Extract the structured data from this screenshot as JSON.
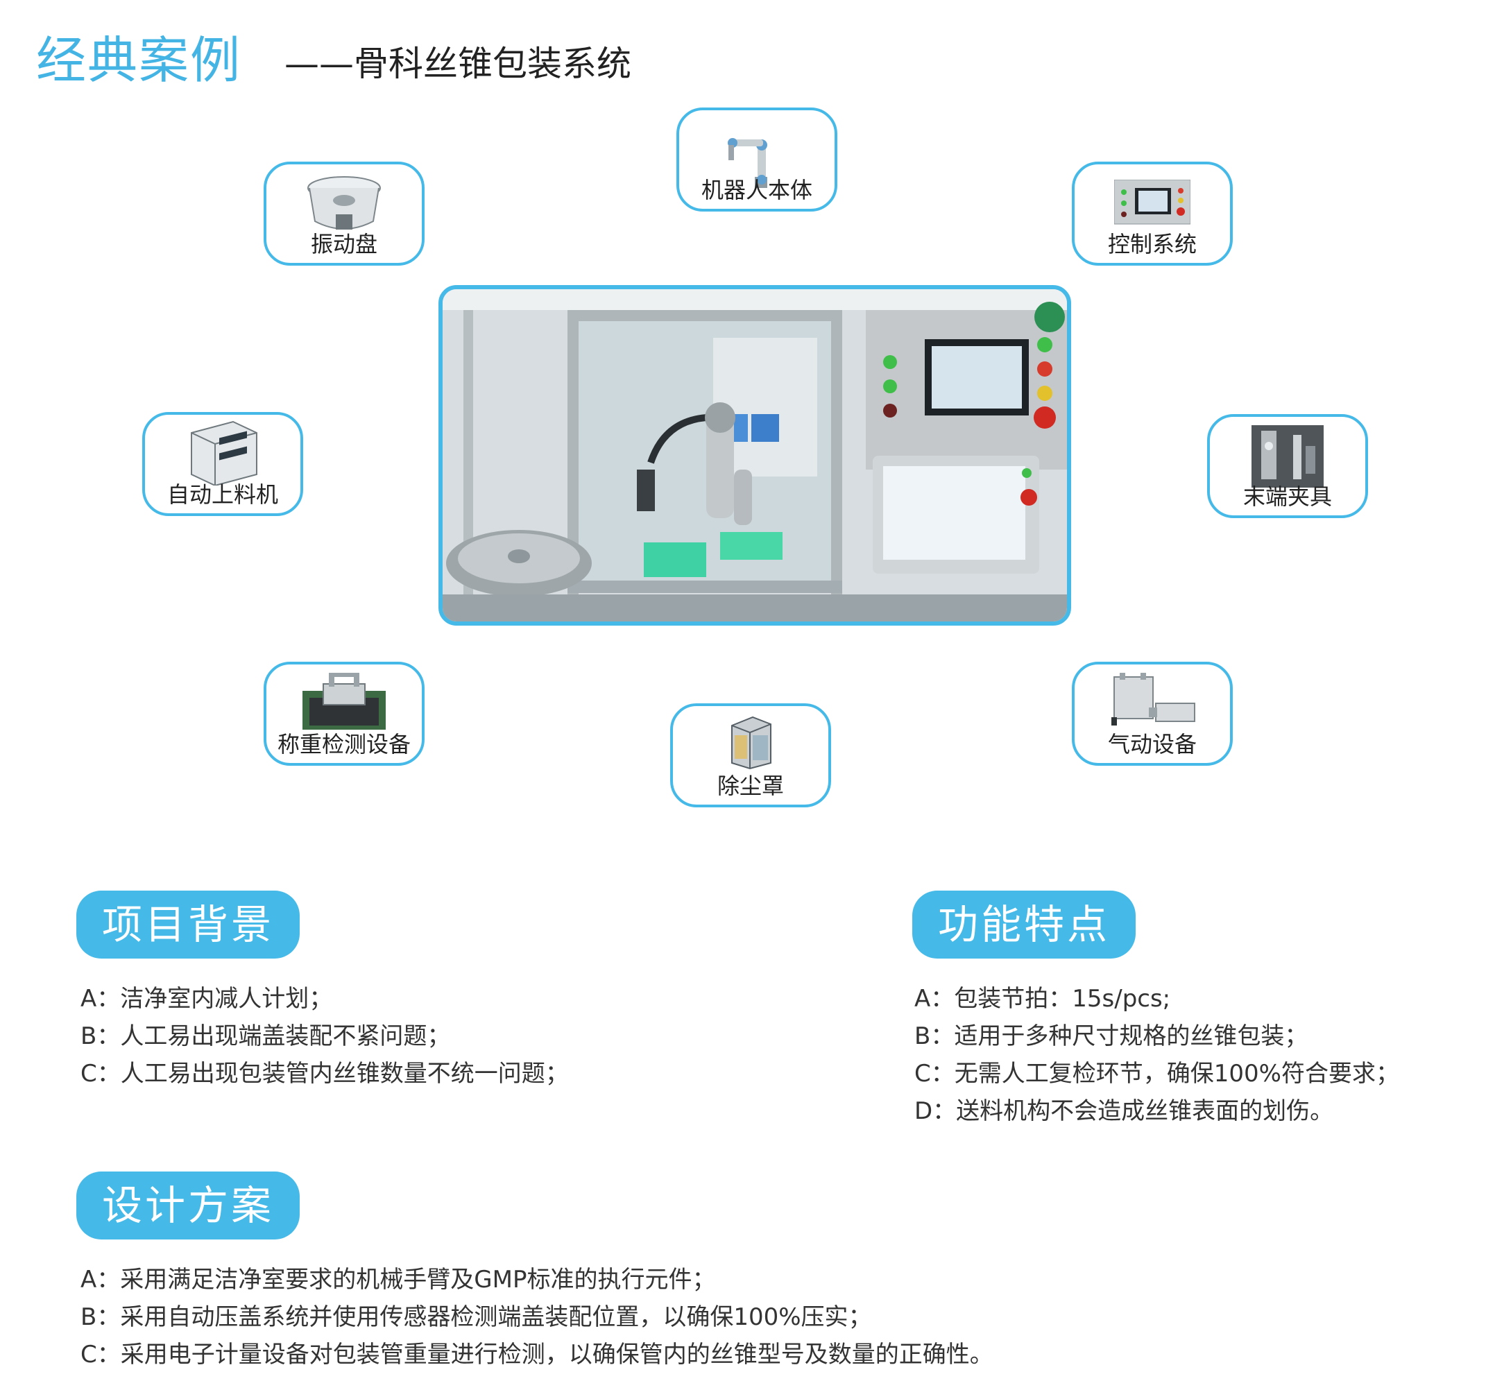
{
  "header": {
    "title": "经典案例",
    "subtitle": "——骨科丝锥包装系统"
  },
  "nodes": {
    "robot": "机器人本体",
    "vibration": "振动盘",
    "control": "控制系统",
    "feeder": "自动上料机",
    "gripper": "末端夹具",
    "weighing": "称重检测设备",
    "dust": "除尘罩",
    "pneumatic": "气动设备"
  },
  "sections": {
    "background": {
      "title": "项目背景",
      "items": [
        "A：洁净室内减人计划；",
        "B：人工易出现端盖装配不紧问题；",
        "C：人工易出现包装管内丝锥数量不统一问题；"
      ]
    },
    "features": {
      "title": "功能特点",
      "items": [
        "A：包装节拍：15s/pcs;",
        "B：适用于多种尺寸规格的丝锥包装；",
        "C：无需人工复检环节，确保100%符合要求；",
        "D：送料机构不会造成丝锥表面的划伤。"
      ]
    },
    "design": {
      "title": "设计方案",
      "items": [
        "A：采用满足洁净室要求的机械手臂及GMP标准的执行元件；",
        "B：采用自动压盖系统并使用传感器检测端盖装配位置，以确保100%压实；",
        "C：采用电子计量设备对包装管重量进行检测，以确保管内的丝锥型号及数量的正确性。"
      ]
    }
  },
  "colors": {
    "accent": "#45b9e7",
    "title": "#43b4e4"
  }
}
